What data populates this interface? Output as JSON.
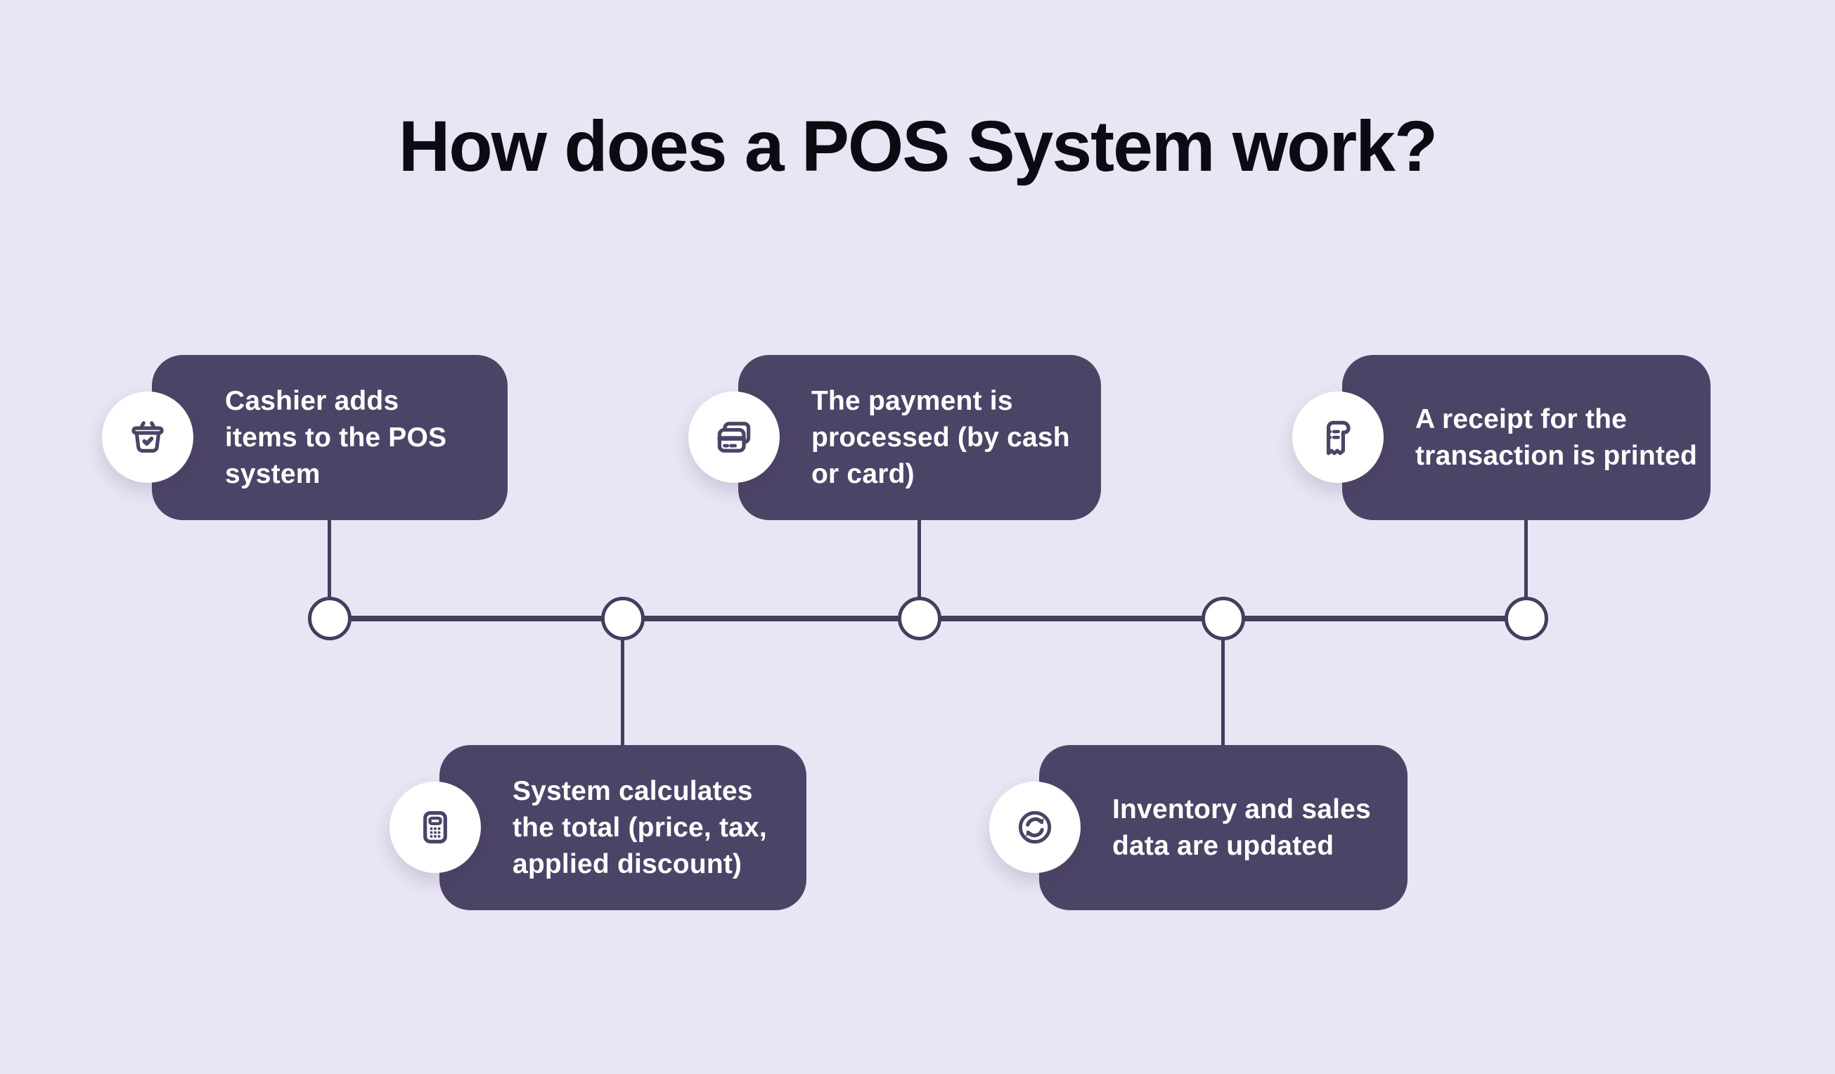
{
  "title": "How does a POS System work?",
  "colors": {
    "background": "#e9e5f4",
    "card": "#4c4466",
    "connector_line": "#443d5c",
    "card_text": "#ffffff",
    "title_text": "#0d0a14",
    "node_fill": "#ffffff"
  },
  "timeline": {
    "node_count": 5
  },
  "steps": [
    {
      "icon": "basket-check-icon",
      "position": "top",
      "text": "Cashier adds\nitems to the POS\nsystem"
    },
    {
      "icon": "calculator-icon",
      "position": "bottom",
      "text": "System calculates\nthe total (price, tax,\napplied discount)"
    },
    {
      "icon": "credit-cards-icon",
      "position": "top",
      "text": "The payment is\nprocessed (by cash\nor card)"
    },
    {
      "icon": "sync-arrows-icon",
      "position": "bottom",
      "text": "Inventory and sales\ndata are updated"
    },
    {
      "icon": "receipt-icon",
      "position": "top",
      "text": "A receipt for the\ntransaction is printed"
    }
  ]
}
